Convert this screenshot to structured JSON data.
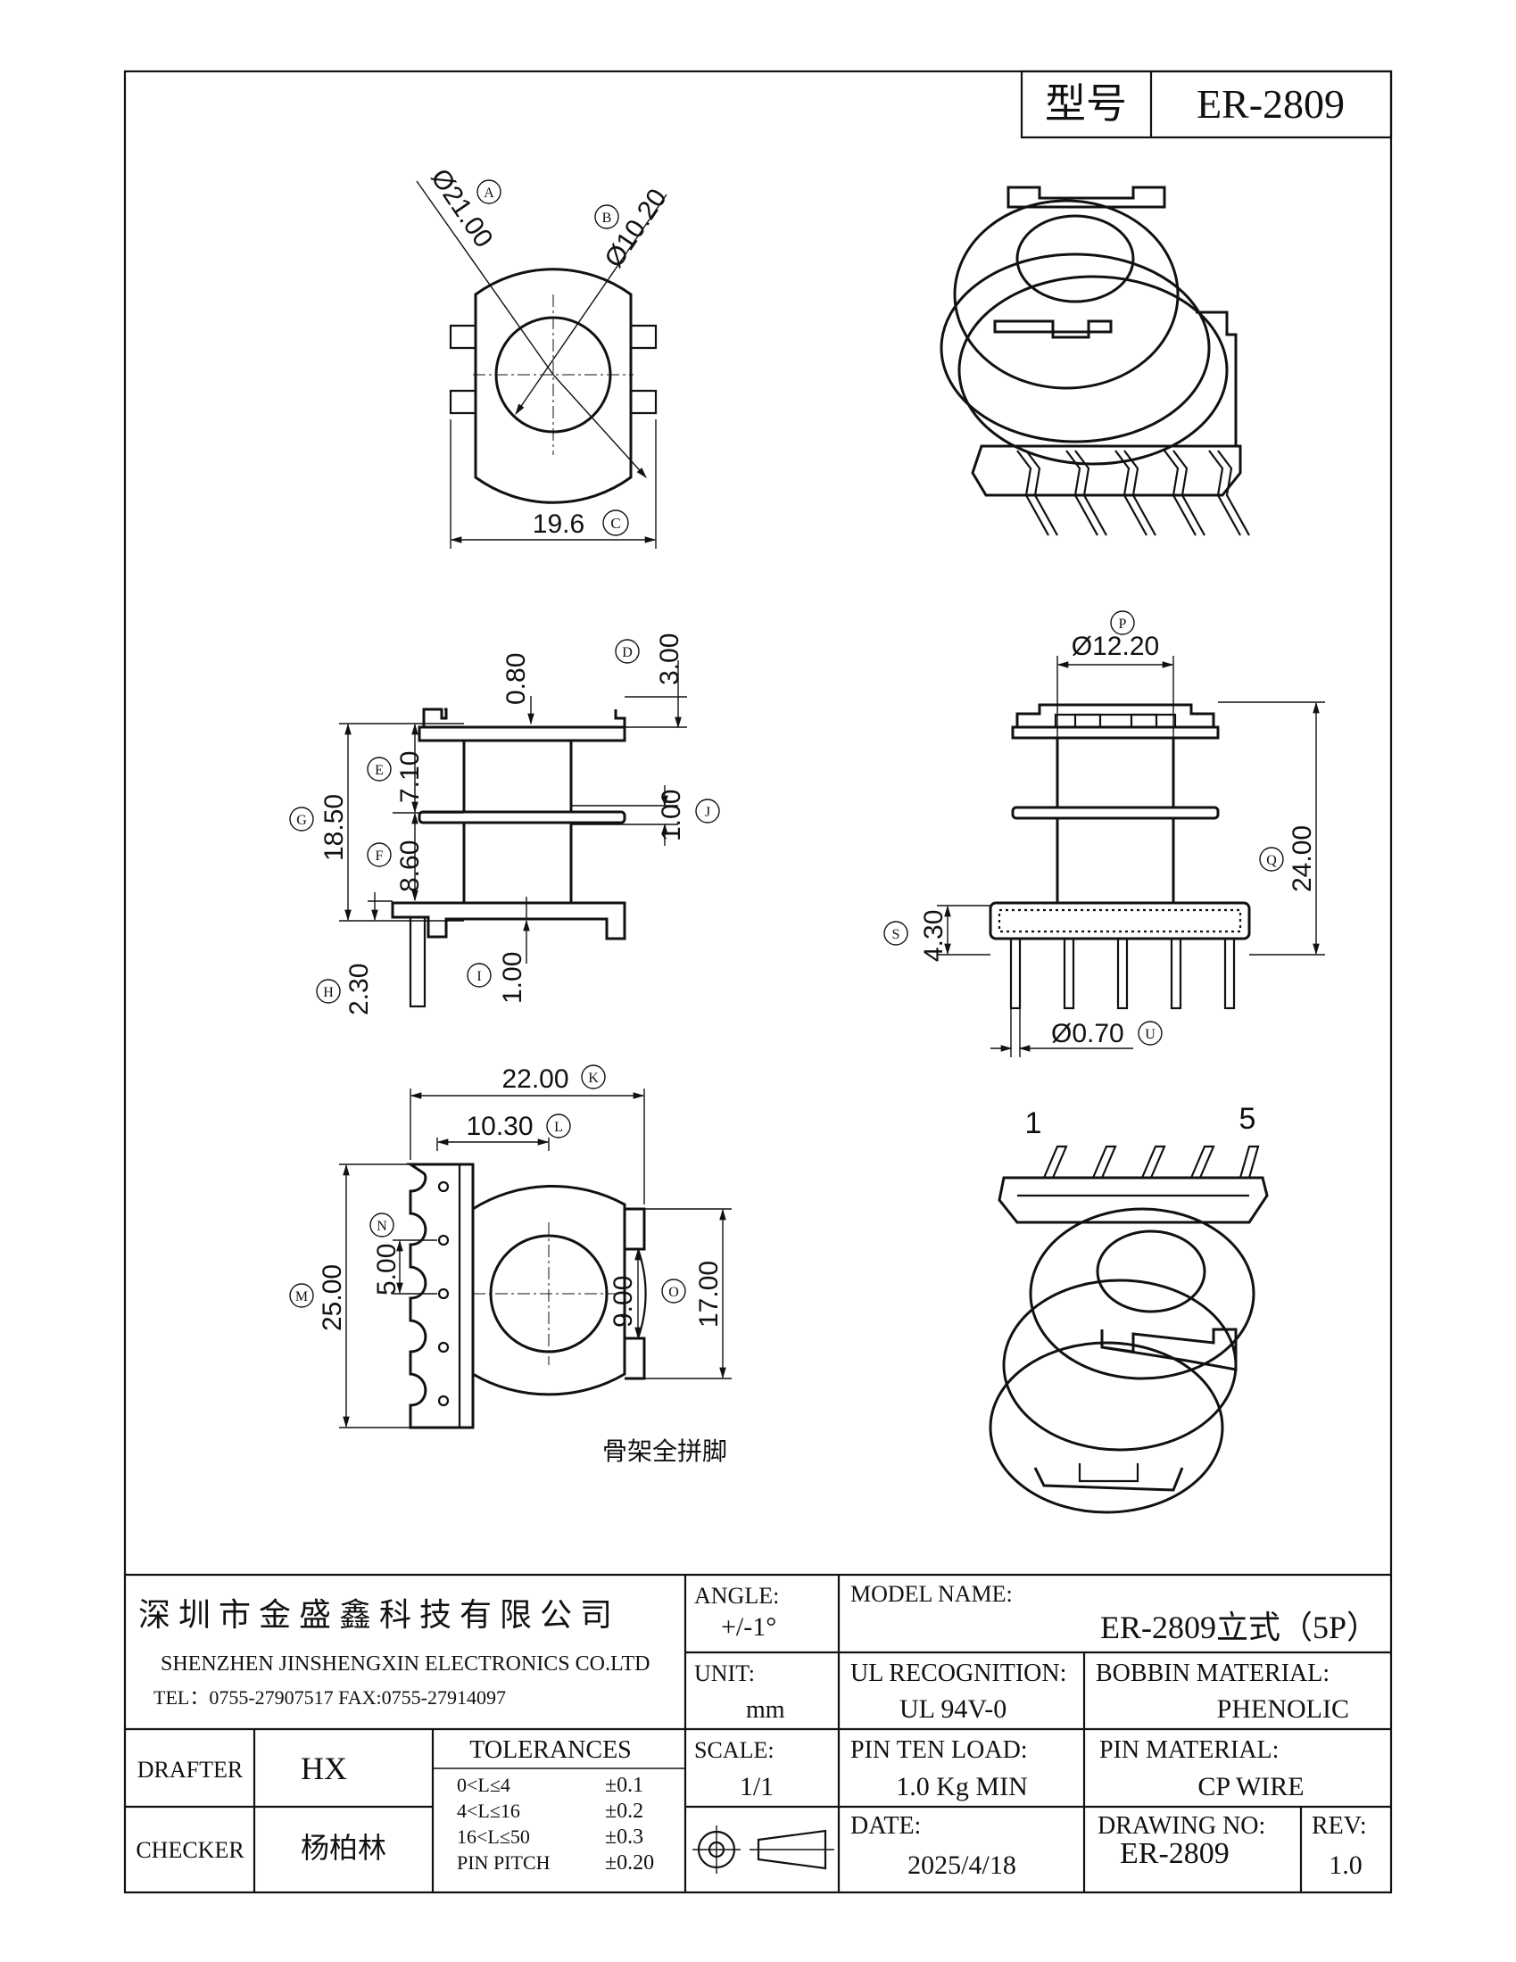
{
  "header": {
    "model_label": "型号",
    "model_value": "ER-2809"
  },
  "views": {
    "top": {
      "dia_a": "Ø21.00",
      "dia_b": "Ø10.20",
      "width_c": "19.6",
      "callouts": [
        "A",
        "B",
        "C"
      ]
    },
    "side": {
      "d": "3.00",
      "top_gap": "0.80",
      "e": "7.10",
      "g": "18.50",
      "f": "8.60",
      "j": "1.00",
      "h": "2.30",
      "i": "1.00",
      "callouts": [
        "D",
        "E",
        "G",
        "F",
        "J",
        "H",
        "I"
      ]
    },
    "front": {
      "p": "Ø12.20",
      "q": "24.00",
      "s": "4.30",
      "u": "Ø0.70",
      "callouts": [
        "P",
        "Q",
        "S",
        "U"
      ]
    },
    "bottom": {
      "k": "22.00",
      "l": "10.30",
      "m": "25.00",
      "n": "5.00",
      "nine": "9.00",
      "o": "17.00",
      "callouts": [
        "K",
        "L",
        "M",
        "N",
        "O"
      ],
      "note": "骨架全拼脚"
    },
    "iso_bottom": {
      "pin_first": "1",
      "pin_last": "5"
    }
  },
  "title_block": {
    "company_cn": "深 圳 市 金 盛 鑫 科 技 有 限 公 司",
    "company_en": "SHENZHEN JINSHENGXIN ELECTRONICS   CO.LTD",
    "contact": "TEL：0755-27907517   FAX:0755-27914097",
    "angle_label": "ANGLE:",
    "angle_value": "+/-1°",
    "model_name_label": "MODEL NAME:",
    "model_name_value": "ER-2809立式（5P）",
    "unit_label": "UNIT:",
    "unit_value": "mm",
    "ul_label": "UL RECOGNITION:",
    "ul_value": "UL 94V-0",
    "bobbin_label": "BOBBIN MATERIAL:",
    "bobbin_value": "PHENOLIC",
    "drafter_label": "DRAFTER",
    "drafter_value": "HX",
    "checker_label": "CHECKER",
    "checker_value": "杨柏林",
    "tolerances_title": "TOLERANCES",
    "tolerances": [
      {
        "range": "0<L≤4",
        "tol": "±0.1"
      },
      {
        "range": "4<L≤16",
        "tol": "±0.2"
      },
      {
        "range": "16<L≤50",
        "tol": "±0.3"
      },
      {
        "range": "PIN PITCH",
        "tol": "±0.20"
      }
    ],
    "scale_label": "SCALE:",
    "scale_value": "1/1",
    "pin_load_label": "PIN TEN LOAD:",
    "pin_load_value": "1.0 Kg MIN",
    "pin_material_label": "PIN MATERIAL:",
    "pin_material_value": "CP WIRE",
    "date_label": "DATE:",
    "date_value": "2025/4/18",
    "drawing_no_label": "DRAWING NO:",
    "drawing_no_value": "ER-2809",
    "rev_label": "REV:",
    "rev_value": "1.0"
  }
}
